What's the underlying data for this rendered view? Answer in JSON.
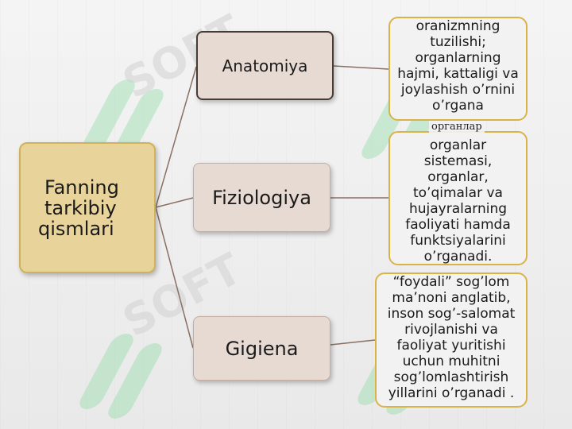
{
  "root": {
    "lines": [
      "Fanning",
      "tarkibiy",
      "qismlari"
    ]
  },
  "branches": [
    {
      "label": "Anatomiya"
    },
    {
      "label": "Fiziologiya"
    },
    {
      "label": "Gigiena"
    }
  ],
  "leaves": [
    {
      "text": "oranizmning tuzilishi; organlarning hajmi, kattaligi va joylashish o’rnini o’rgana"
    },
    {
      "text": "organlar sistemasi, organlar, to’qimalar va hujayralarning faoliyati hamda funktsiyalarini o’rganadi."
    },
    {
      "text": "“foydali” sog’lom ma’noni anglatib, inson sog’-salomat rivojlanishi va faoliyat yuritishi uchun muhitni sog’lomlashtirish yillarini o’rganadi ."
    }
  ],
  "annotation": "органлар",
  "watermark": "SOFT",
  "colors": {
    "root_fill": "#e8d49a",
    "root_border": "#d0b25a",
    "branch_fill": "#e7dad3",
    "leaf_border": "#d9b34a",
    "connector": "#8a6f64"
  }
}
